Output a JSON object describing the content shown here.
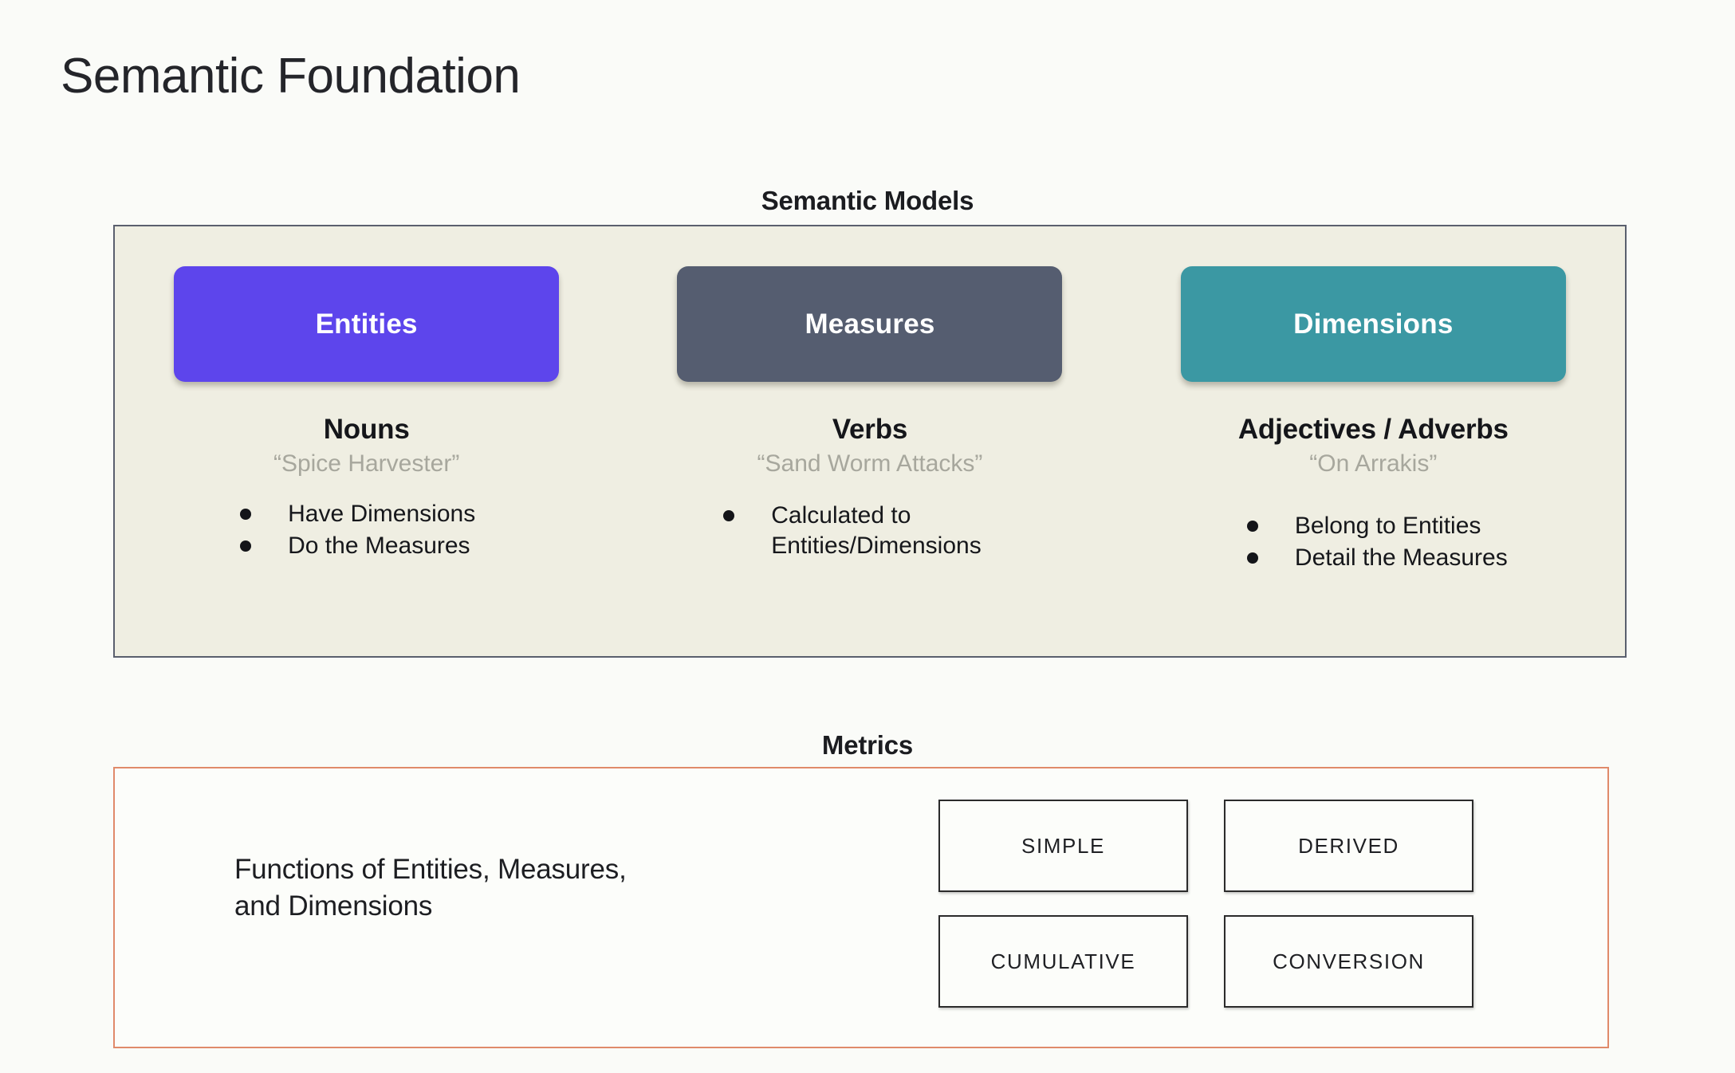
{
  "page": {
    "title": "Semantic Foundation",
    "background_color": "#fafbf8"
  },
  "semantic_models": {
    "caption": "Semantic Models",
    "panel_background": "#efeee2",
    "panel_border_color": "#5a5f6e",
    "columns": [
      {
        "chip_label": "Entities",
        "chip_color": "#5d45ec",
        "part_of_speech": "Nouns",
        "example": "“Spice Harvester”",
        "bullets": [
          "Have Dimensions",
          "Do the Measures"
        ]
      },
      {
        "chip_label": "Measures",
        "chip_color": "#555d70",
        "part_of_speech": "Verbs",
        "example": "“Sand Worm Attacks”",
        "bullets": [
          "Calculated to\nEntities/Dimensions"
        ]
      },
      {
        "chip_label": "Dimensions",
        "chip_color": "#3b98a3",
        "part_of_speech": "Adjectives / Adverbs",
        "example": "“On Arrakis”",
        "bullets": [
          "Belong to Entities",
          "Detail the Measures"
        ]
      }
    ]
  },
  "metrics": {
    "caption": "Metrics",
    "panel_border_color": "#e08a6a",
    "description": "Functions of Entities, Measures,\nand Dimensions",
    "types": [
      "SIMPLE",
      "DERIVED",
      "CUMULATIVE",
      "CONVERSION"
    ]
  }
}
